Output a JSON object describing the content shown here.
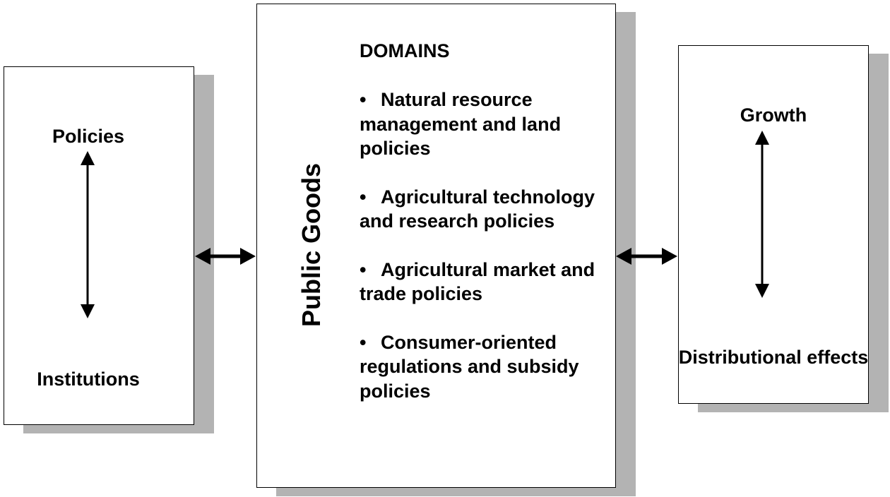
{
  "left_box": {
    "top_label": "Policies",
    "bottom_label": "Institutions"
  },
  "center_box": {
    "vertical_label": "Public Goods",
    "domains_title": "DOMAINS",
    "domains": [
      "Natural resource management and land policies",
      "Agricultural technology and research policies",
      "Agricultural market and trade policies",
      "Consumer-oriented regulations and subsidy policies"
    ]
  },
  "right_box": {
    "top_label": "Growth",
    "bottom_label": "Distributional effects"
  },
  "colors": {
    "shadow": "#b3b3b3",
    "line": "#000000",
    "box_fill": "#ffffff"
  }
}
